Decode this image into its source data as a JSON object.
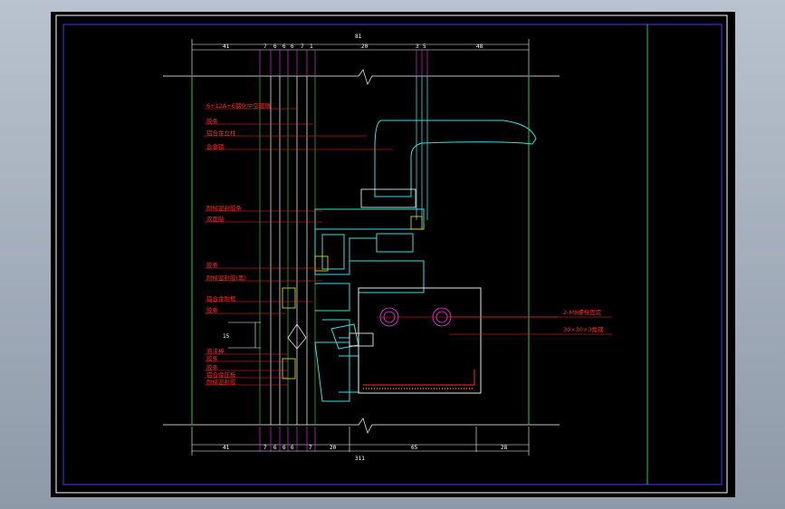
{
  "colors": {
    "background": "#000000",
    "frame": "#ffffff",
    "border_inner": "#3040ff",
    "green_line": "#22cc44",
    "cyan": "#33e0e0",
    "red": "#ff2a2a",
    "magenta": "#ff33ff",
    "white": "#ffffff",
    "yellow": "#ffe600"
  },
  "top_dimensions": {
    "overall": "81",
    "segments": [
      "41",
      "7",
      "6",
      "6",
      "6",
      "7",
      "1",
      "20",
      "3",
      "5",
      "48"
    ]
  },
  "bottom_dimensions": {
    "overall": "311",
    "segments": [
      "41",
      "7",
      "6",
      "6",
      "6",
      "7",
      "20",
      "65",
      "28"
    ]
  },
  "left_labels": [
    "6+12A+6钢化中空玻璃",
    "胶条",
    "铝合金立柱",
    "合金锁",
    "耐候密封胶条",
    "双面贴",
    "胶条",
    "耐候密封胶(黑)",
    "铝合金附框",
    "胶条",
    "泡沫棒",
    "胶条",
    "胶条",
    "铝合金压板",
    "耐候密封胶"
  ],
  "side_dimension": "15",
  "right_labels": [
    "2-M8螺栓固定",
    "30×30×3角钢"
  ]
}
